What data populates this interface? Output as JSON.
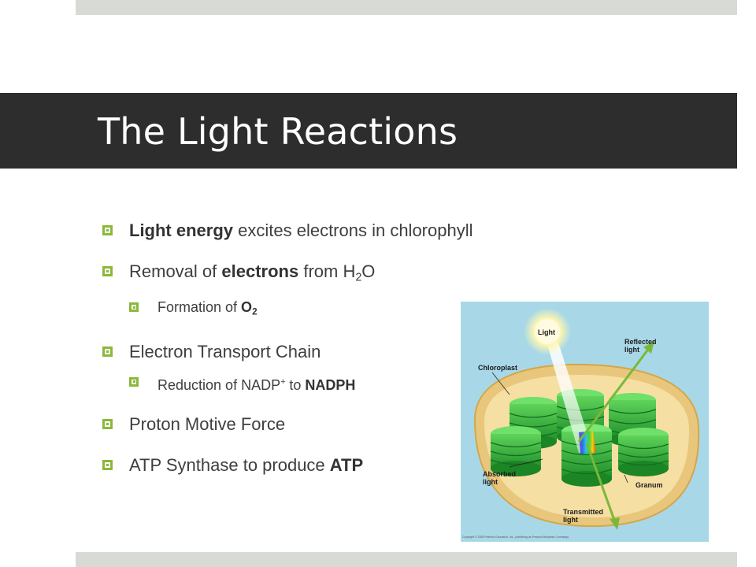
{
  "slide": {
    "title": "The Light Reactions",
    "accent_color": "#8bb83a",
    "title_band_color": "#2d2d2d",
    "bar_color": "#d8dbd5"
  },
  "bullets": [
    {
      "level": 1,
      "bold_lead": "Light energy",
      "text": " excites electrons in chlorophyll"
    },
    {
      "level": 1,
      "text_before": "Removal of ",
      "bold": "electrons",
      "text_after": " from H",
      "sub": "2",
      "tail": "O"
    },
    {
      "level": 2,
      "text_before": "Formation of ",
      "bold": "O",
      "bold_sub": "2"
    },
    {
      "level": 1,
      "text": "Electron Transport Chain"
    },
    {
      "level": 2,
      "text_before": "Reduction of NADP",
      "sup": "+",
      "text_after": " to ",
      "bold": "NADPH"
    },
    {
      "level": 1,
      "text": "Proton Motive Force"
    },
    {
      "level": 1,
      "text_before": "ATP Synthase to produce ",
      "bold": "ATP"
    }
  ],
  "figure": {
    "labels": {
      "light": "Light",
      "reflected": "Reflected",
      "reflected2": "light",
      "chloroplast": "Chloroplast",
      "absorbed": "Absorbed",
      "absorbed2": "light",
      "granum": "Granum",
      "transmitted": "Transmitted",
      "transmitted2": "light"
    },
    "copyright": "Copyright © 2008 Pearson Education, Inc., publishing as Pearson Benjamin Cummings",
    "colors": {
      "background": "#a8d8e8",
      "stroma": "#f2d89a",
      "granum": "#2fae3a",
      "arrow": "#7ab83a",
      "sun": "#fff3a0"
    }
  }
}
